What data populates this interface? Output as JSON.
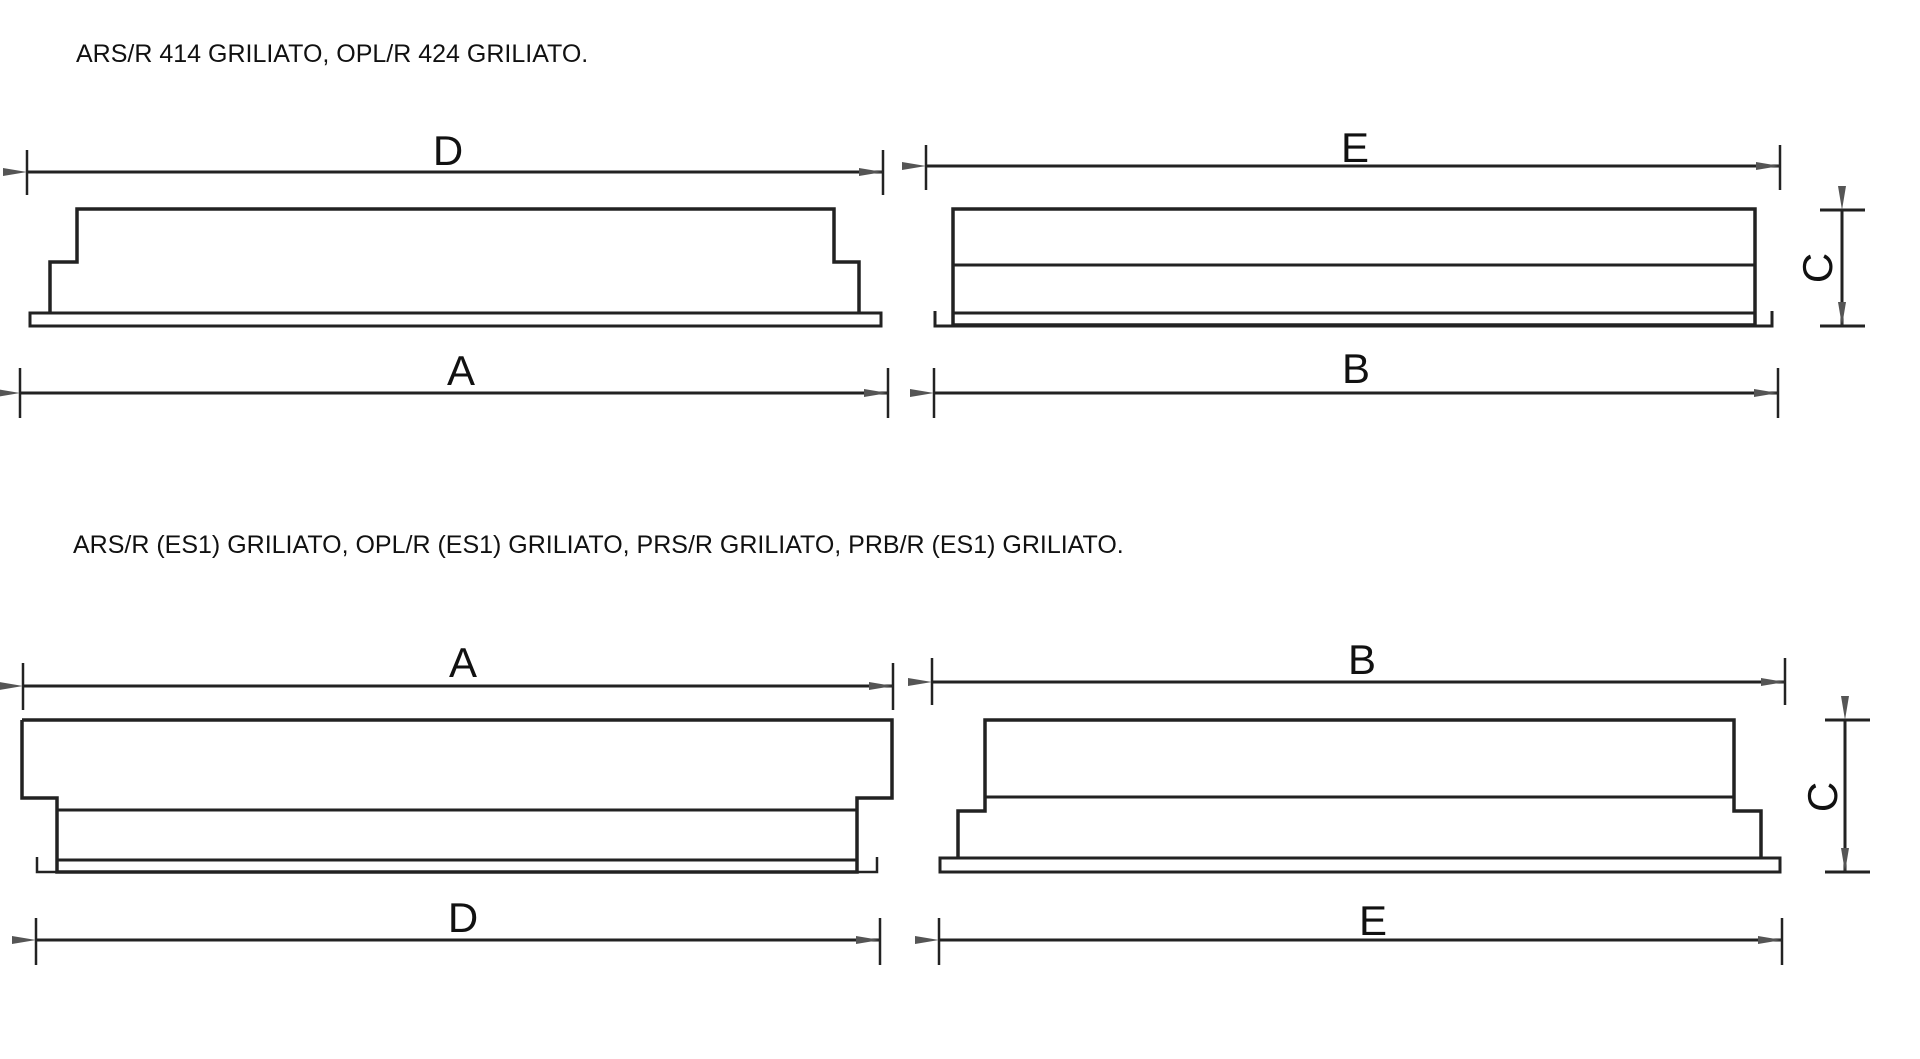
{
  "captions": {
    "top": "ARS/R 414 GRILIATO, OPL/R 424 GRILIATO.",
    "bottom": "ARS/R (ES1) GRILIATO, OPL/R (ES1) GRILIATO, PRS/R GRILIATO, PRB/R (ES1) GRILIATO."
  },
  "labels": {
    "top_left_upper": "D",
    "top_left_lower": "A",
    "top_right_upper": "E",
    "top_right_lower": "B",
    "top_height": "C",
    "bottom_left_upper": "A",
    "bottom_left_lower": "D",
    "bottom_right_upper": "B",
    "bottom_right_lower": "E",
    "bottom_height": "C"
  },
  "colors": {
    "line": "#222222",
    "background": "#ffffff"
  }
}
